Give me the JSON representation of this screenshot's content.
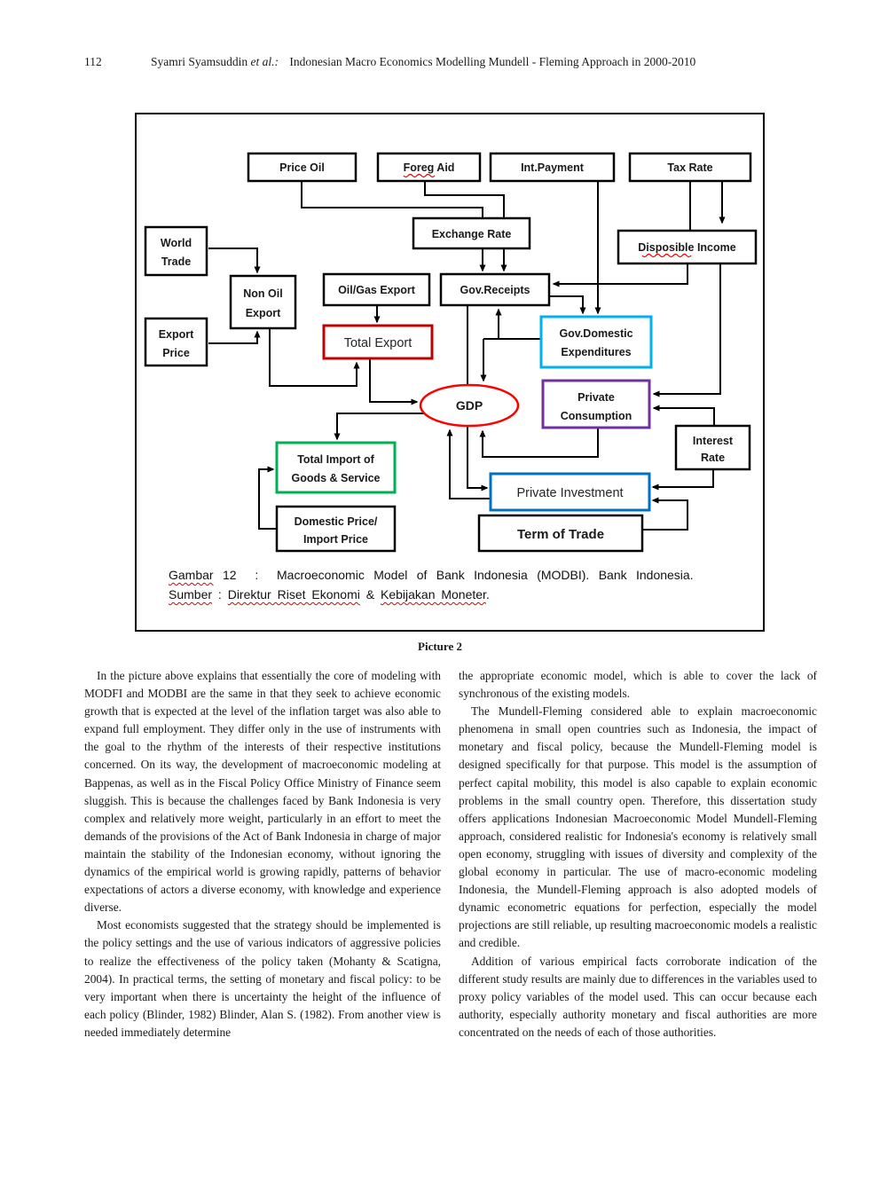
{
  "header": {
    "page_number": "112",
    "authors": "Syamri Syamsuddin",
    "etal": "et al.:",
    "title": "Indonesian Macro Economics Modelling Mundell - Fleming Approach in 2000-2010"
  },
  "figure": {
    "picture_label": "Picture 2",
    "nodes": {
      "price_oil": "Price Oil",
      "foreg_aid": "Foreg Aid",
      "int_payment": "Int.Payment",
      "tax_rate": "Tax Rate",
      "exchange_rate": "Exchange Rate",
      "world_trade_l1": "World",
      "world_trade_l2": "Trade",
      "disposible_income": "Disposible Income",
      "non_oil_l1": "Non Oil",
      "non_oil_l2": "Export",
      "oil_gas_export": "Oil/Gas Export",
      "gov_receipts": "Gov.Receipts",
      "export_price_l1": "Export",
      "export_price_l2": "Price",
      "total_export": "Total Export",
      "gov_domestic_l1": "Gov.Domestic",
      "gov_domestic_l2": "Expenditures",
      "gdp": "GDP",
      "private_consumption_l1": "Private",
      "private_consumption_l2": "Consumption",
      "interest_rate_l1": "Interest",
      "interest_rate_l2": "Rate",
      "total_import_l1": "Total Import of",
      "total_import_l2": "Goods & Service",
      "private_investment": "Private Investment",
      "domestic_price_l1": "Domestic Price/",
      "domestic_price_l2": "Import Price",
      "term_of_trade": "Term of Trade"
    },
    "caption": {
      "w1": "Gambar",
      "w2": "12",
      "w3": ":",
      "w4": "Macroeconomic Model of Bank Indonesia (MODBI). Bank Indonesia.",
      "w5": "Sumber",
      "w6": ":",
      "w7": "Direktur Riset Ekonomi",
      "w8": "&",
      "w9": "Kebijakan Moneter",
      "w10": "."
    },
    "colors": {
      "black_border": "#000000",
      "total_export_border": "#c00000",
      "gov_domestic_border": "#00b0f0",
      "private_consumption_border": "#7030a0",
      "private_investment_border": "#0070c0",
      "total_import_border": "#00b050",
      "gdp_ellipse": "#ff0000",
      "spellcheck_wavy": "#e00000"
    }
  },
  "article": {
    "col1_p1": "In the picture above explains that essentially the core of modeling with MODFI and MODBI are the same in that they seek to achieve economic growth that is expected at the level of the inflation target was also able to expand full employment. They differ only in the use of instruments with the goal to the rhythm of the interests of their respective institutions concerned. On its way, the development of macroeconomic modeling at Bappenas, as well as in the Fiscal Policy Office Ministry of Finance seem sluggish. This is because the challenges faced by Bank Indonesia is very complex and relatively more weight, particularly in an effort to meet the demands of the provisions of the Act of Bank Indonesia in charge of major maintain the stability of the Indonesian economy, without ignoring the dynamics of the empirical world is growing rapidly, patterns of behavior expectations of actors a diverse economy, with knowledge and experience diverse.",
    "col1_p2": "Most economists suggested that the strategy should be implemented is the policy settings and the use of various indicators of aggressive policies to realize the effectiveness of the policy taken (Mohanty & Scatigna, 2004). In practical terms, the setting of monetary and fiscal policy: to be very important when there is uncertainty the height of the influence of each policy (Blinder, 1982) Blinder, Alan S. (1982). From another view is needed immediately determine",
    "col2_p1": "the appropriate economic model, which is able to cover the lack of synchronous of the existing models.",
    "col2_p2": "The Mundell-Fleming considered able to explain macroeconomic phenomena in small open countries such as Indonesia, the impact of monetary and fiscal policy, because the Mundell-Fleming model is designed specifically for that purpose. This model is the assumption of perfect capital mobility, this model is also capable to explain economic problems in the small country open. Therefore, this dissertation study offers applications Indonesian Macroeconomic Model Mundell-Fleming approach, considered realistic for Indonesia's economy is relatively small open economy, struggling with issues of diversity and complexity of the global economy in particular. The use of macro-economic modeling Indonesia, the Mundell-Fleming approach is also adopted models of dynamic econometric equations for perfection, especially the model projections are still reliable, up resulting macroeconomic models a realistic and credible.",
    "col2_p3": "Addition of various empirical facts corroborate indication of the different study results are mainly due to differences in the variables used to proxy policy variables of the model used. This can occur because each authority, especially authority monetary and fiscal authorities are more concentrated on the needs of each of those authorities."
  }
}
